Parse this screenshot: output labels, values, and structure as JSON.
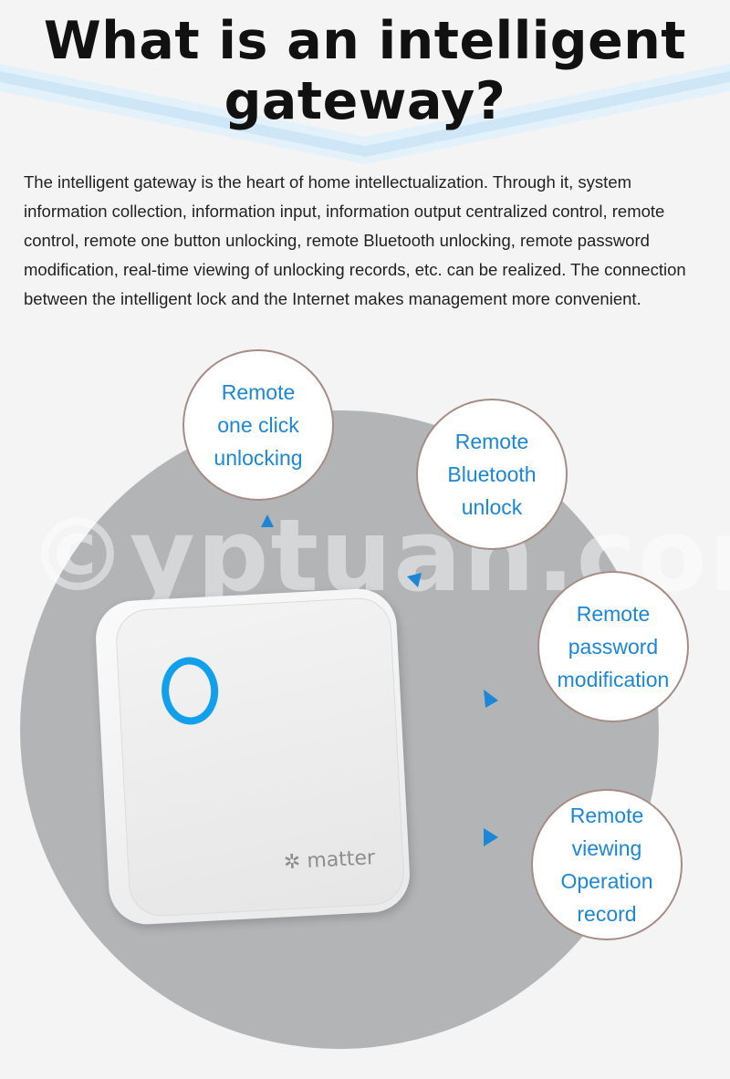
{
  "header": {
    "title": "What is an intelligent gateway?",
    "title_line1": "What is an intelligent",
    "title_line2": "gateway?"
  },
  "intro": "The intelligent gateway is the heart of home intellectualization. Through it, system information collection, information input, information output centralized control, remote control, remote one button unlocking, remote Bluetooth unlocking, remote password modification, real-time viewing of unlocking records, etc. can be realized. The connection between the intelligent lock and the Internet makes management more convenient.",
  "features": [
    {
      "label": "Remote\none click\nunlocking"
    },
    {
      "label": "Remote\nBluetooth\nunlock"
    },
    {
      "label": "Remote\npassword\nmodification"
    },
    {
      "label": "Remote\nviewing\nOperation\nrecord"
    }
  ],
  "device": {
    "brand": "matter"
  },
  "watermark": "©yptuan.com",
  "colors": {
    "accent": "#1b87d6",
    "banner": "#d6ecfa",
    "ring": "#12a0ec"
  }
}
